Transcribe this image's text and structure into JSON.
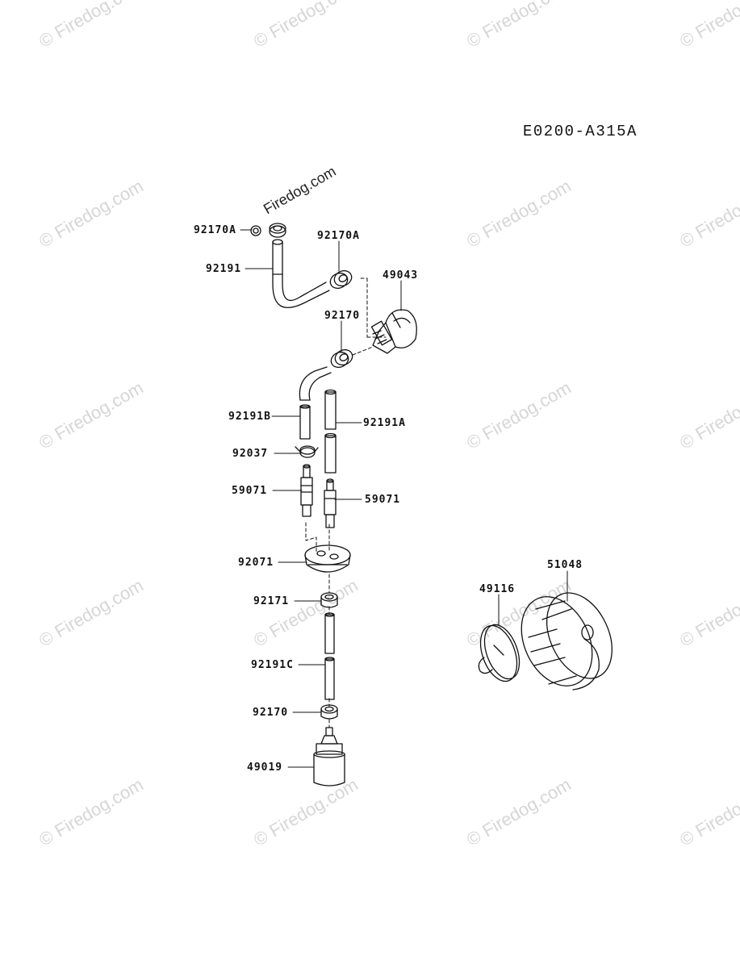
{
  "diagram_code": "E0200-A315A",
  "watermark_text": "© Firedog.com",
  "header_watermark": "Firedog.com",
  "parts": [
    {
      "id": "p-92170A-1",
      "number": "92170A",
      "icon": "clip-ring-icon"
    },
    {
      "id": "p-92191",
      "number": "92191",
      "icon": "fuel-hose-icon"
    },
    {
      "id": "p-92170A-2",
      "number": "92170A",
      "icon": "clip-ring-icon"
    },
    {
      "id": "p-49043",
      "number": "49043",
      "icon": "primer-pump-icon"
    },
    {
      "id": "p-92170",
      "number": "92170",
      "icon": "clip-ring-icon"
    },
    {
      "id": "p-92191B",
      "number": "92191B",
      "icon": "fuel-hose-icon"
    },
    {
      "id": "p-92191A",
      "number": "92191A",
      "icon": "fuel-hose-icon"
    },
    {
      "id": "p-92037",
      "number": "92037",
      "icon": "clamp-icon"
    },
    {
      "id": "p-59071-1",
      "number": "59071",
      "icon": "pipe-joint-icon"
    },
    {
      "id": "p-59071-2",
      "number": "59071",
      "icon": "pipe-joint-icon"
    },
    {
      "id": "p-92071",
      "number": "92071",
      "icon": "grommet-icon"
    },
    {
      "id": "p-92171",
      "number": "92171",
      "icon": "clip-ring-icon"
    },
    {
      "id": "p-92191C",
      "number": "92191C",
      "icon": "fuel-hose-icon"
    },
    {
      "id": "p-92170-2",
      "number": "92170",
      "icon": "clip-ring-icon"
    },
    {
      "id": "p-49019",
      "number": "49019",
      "icon": "fuel-filter-icon"
    },
    {
      "id": "p-49116",
      "number": "49116",
      "icon": "gasket-icon"
    },
    {
      "id": "p-51048",
      "number": "51048",
      "icon": "tank-cap-icon"
    }
  ]
}
